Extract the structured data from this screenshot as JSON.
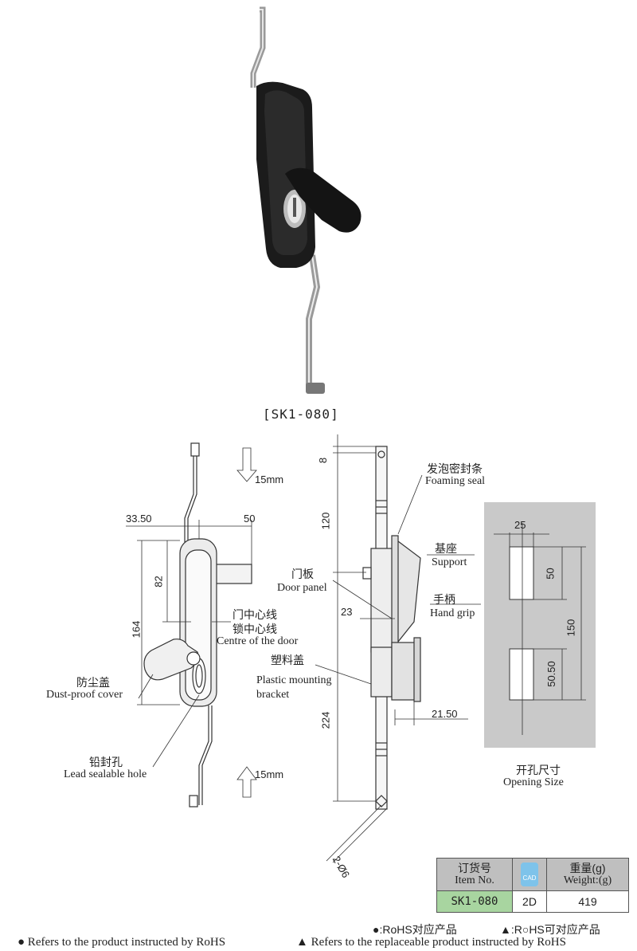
{
  "model_caption": "[SK1-080]",
  "dimensions": {
    "top_8": "8",
    "d_120": "120",
    "d_224": "224",
    "d_164": "164",
    "d_82": "82",
    "d_33_50": "33.50",
    "d_50_top": "50",
    "d_23": "23",
    "d_21_50": "21.50",
    "stroke_up": "15mm",
    "stroke_down": "15mm",
    "hole_dia": "2-Ø6"
  },
  "labels": {
    "foaming_seal_cn": "发泡密封条",
    "foaming_seal_en": "Foaming seal",
    "support_cn": "基座",
    "support_en": "Support",
    "door_panel_cn": "门板",
    "door_panel_en": "Door panel",
    "hand_grip_cn": "手柄",
    "hand_grip_en": "Hand grip",
    "centre_cn1": "门中心线",
    "centre_cn2": "锁中心线",
    "centre_en": "Centre of the door",
    "plastic_cn": "塑料盖",
    "plastic_en1": "Plastic mounting",
    "plastic_en2": "bracket",
    "dust_cn": "防尘盖",
    "dust_en": "Dust-proof cover",
    "lead_cn": "铅封孔",
    "lead_en": "Lead sealable hole"
  },
  "opening": {
    "w25": "25",
    "h50": "50",
    "h150": "150",
    "h50_50": "50.50",
    "title_cn": "开孔尺寸",
    "title_en": "Opening Size"
  },
  "order_table": {
    "col1_cn": "订货号",
    "col1_en": "Item No.",
    "cad": "CAD",
    "col3_cn": "重量(g)",
    "col3_en": "Weight:(g)",
    "item": "SK1-080",
    "format": "2D",
    "weight": "419"
  },
  "legend": {
    "rohs_cn": "●:RoHS对应产品",
    "rohs_rep_cn": "▲:R○HS可对应产品",
    "rohs_en": "● Refers to the product instructed by RoHS",
    "rohs_rep_en": "▲ Refers to the replaceable product instructed by RoHS"
  },
  "colors": {
    "gray_panel": "#c9c9c9",
    "table_header": "#bfbfbf",
    "table_green": "#a8d5a0",
    "rohs_green": "#1a9a3c"
  }
}
